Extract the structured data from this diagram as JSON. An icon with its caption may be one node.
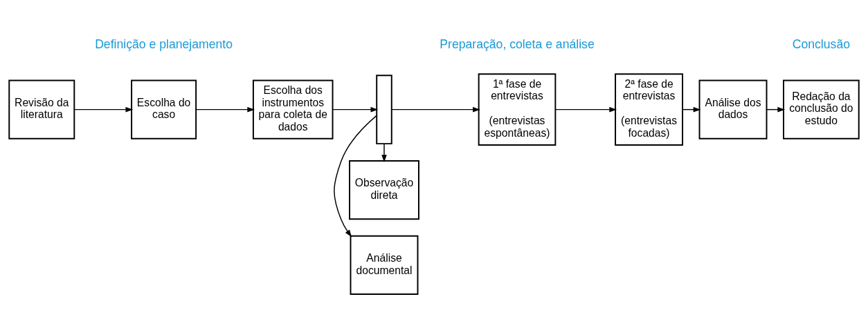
{
  "diagram": {
    "nodes": [
      {
        "text": [
          "Revisão da literatura"
        ]
      },
      {
        "text": [
          "Escolha do caso"
        ]
      },
      {
        "text": [
          "Escolha dos instrumentos para coleta de dados"
        ]
      },
      {
        "text": [
          "Análise documental"
        ]
      },
      {
        "text": [],
        "shape": "bar"
      },
      {
        "text": [
          "Observação direta"
        ]
      },
      {
        "text": [
          "1ª fase de entrevistas",
          "(entrevistas espontâneas)"
        ]
      },
      {
        "text": [
          "2ª fase de entrevistas",
          "(entrevistas focadas)"
        ]
      },
      {
        "text": [
          "Análise dos dados"
        ]
      },
      {
        "text": [
          "Redação da conclusão do estudo"
        ]
      }
    ],
    "edges": [
      {
        "from": 0,
        "to": 1,
        "arrow": "to"
      },
      {
        "from": 1,
        "to": 2,
        "arrow": "to"
      },
      {
        "from": 2,
        "to": 4,
        "arrow": "to"
      },
      {
        "from": 4,
        "to": 3,
        "arrow": "to"
      },
      {
        "from": 4,
        "to": 5,
        "arrow": "to"
      },
      {
        "from": 4,
        "to": 6,
        "arrow": "to"
      },
      {
        "from": 6,
        "to": 7,
        "arrow": "to"
      },
      {
        "from": 7,
        "to": 8,
        "arrow": "to"
      },
      {
        "from": 8,
        "to": 9,
        "arrow": "to"
      }
    ],
    "labels": [
      "Definição e planejamento",
      "Preparação, coleta e análise",
      "Conclusão"
    ]
  }
}
